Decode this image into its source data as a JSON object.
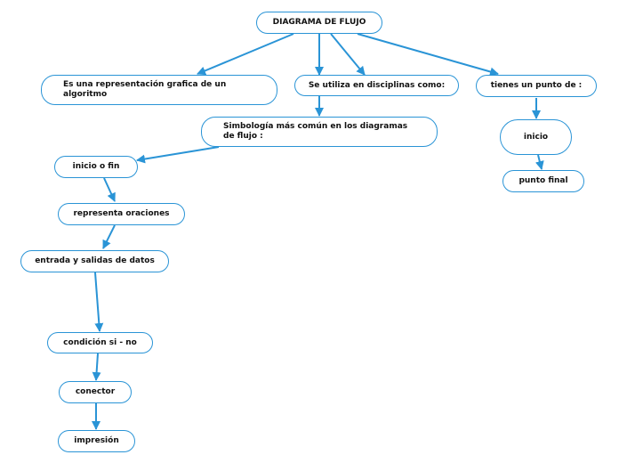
{
  "nodes": {
    "root": "DIAGRAMA DE FLUJO",
    "definition": "Es una representación grafica de un algoritmo",
    "disciplines": "Se utiliza en disciplinas como:",
    "endpoints": "tienes un punto de :",
    "symbology": "Simbología más común en los diagramas de flujo :",
    "start_end": "inicio o fin",
    "process": "representa oraciones",
    "io": "entrada y salidas de datos",
    "condition": "condición si - no",
    "connector": "conector",
    "print": "impresión",
    "start": "inicio",
    "end_point": "punto final"
  },
  "colors": {
    "border": "#2a94d6",
    "arrow": "#2a94d6"
  }
}
